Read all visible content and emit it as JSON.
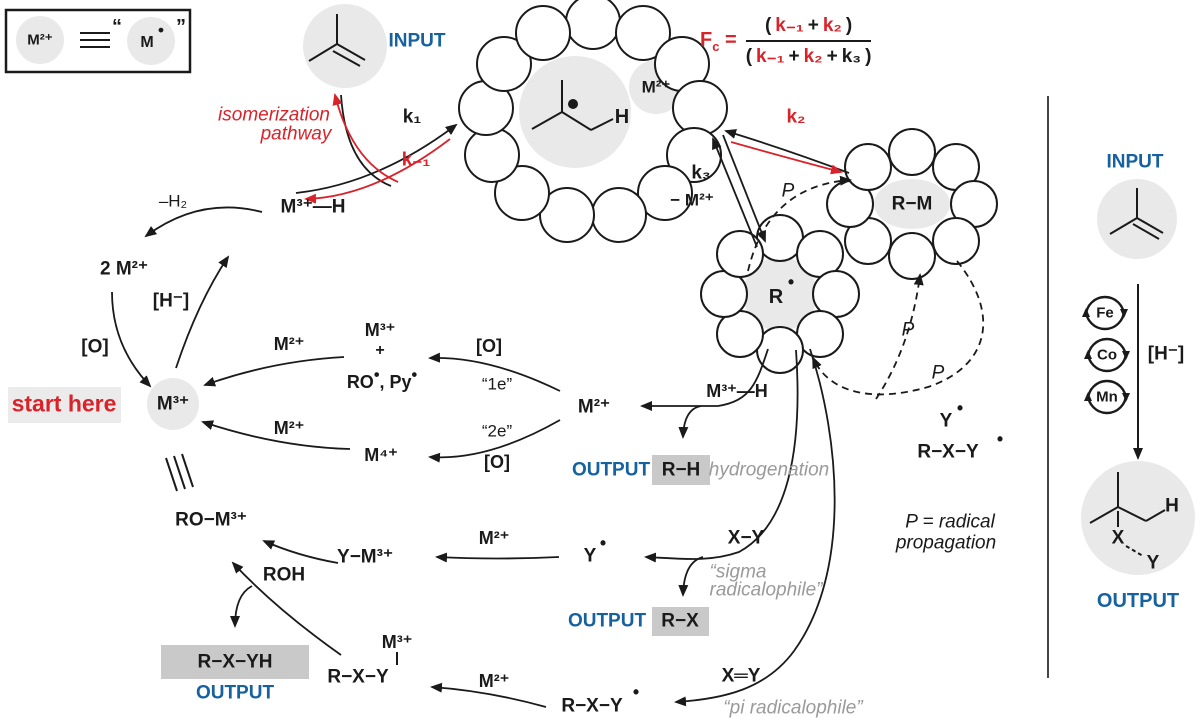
{
  "colors": {
    "red": "#d8232a",
    "blue": "#16619f",
    "gray_note": "#9a9a9a",
    "cage_fill": "#e9e9e9",
    "box_fill": "#c9c9c9"
  },
  "legend": {
    "m2": "M²⁺",
    "quote_open": "“",
    "m_base": "M",
    "m_dot": "•",
    "quote_close": "”"
  },
  "input_top": {
    "label": "INPUT",
    "iso_line1": "isomerization",
    "iso_line2": "pathway"
  },
  "rates": {
    "k1": "k₁",
    "k_minus1": "k₋₁",
    "k2": "k₂",
    "k3": "k₃",
    "minus_m2": "− M²⁺"
  },
  "fc_equation": {
    "f": "F",
    "sub": "c",
    "equals": "=",
    "num_open": "(",
    "num_k_minus1": "k₋₁",
    "num_plus": "+",
    "num_k2": "k₂",
    "num_close": ")",
    "den_open": "(",
    "den_k_minus1": "k₋₁",
    "den_plus1": "+",
    "den_k2": "k₂",
    "den_plus2": "+",
    "den_k3": "k₃",
    "den_close": ")"
  },
  "cages": {
    "main": {
      "m2": "M²⁺",
      "h": "H"
    },
    "r": {
      "base": "R",
      "dot": "•"
    },
    "rm": {
      "label": "R−M"
    }
  },
  "propagation": {
    "p1": "P",
    "p2": "P",
    "p3": "P",
    "note_line1": "P = radical",
    "note_line2": "propagation",
    "y_radical": {
      "base": "Y",
      "dot": "•"
    },
    "rxy_radical": {
      "base": "R−X−Y",
      "dot": "•"
    }
  },
  "cycle": {
    "minus_h2": "–H₂",
    "m3_h": "M³⁺—H",
    "two_m2": "2 M²⁺",
    "hydride": "[H⁻]",
    "oxidant": "[O]",
    "start_here": "start here",
    "m3": "M³⁺",
    "m2_upper": "M²⁺",
    "m2_lower": "M²⁺"
  },
  "redox": {
    "m3": "M³⁺",
    "plus": "+",
    "ro": "RO",
    "dot1": "•",
    "py": ", Py",
    "dot2": "•",
    "ox_1e": "[O]",
    "one_e": "“1e”",
    "m2": "M²⁺",
    "two_e": "“2e”",
    "ox_2e": "[O]",
    "m4": "M⁴⁺"
  },
  "hydrogenation": {
    "m3_h": "M³⁺—H",
    "output_label": "OUTPUT",
    "product": "R−H",
    "note": "hydrogenation"
  },
  "sigma_path": {
    "y_m3": "Y−M³⁺",
    "m2": "M²⁺",
    "y_radical": {
      "base": "Y",
      "dot": "•"
    },
    "xy": "X−Y",
    "note_line1": "“sigma",
    "note_line2": "radicalophile”",
    "output_label": "OUTPUT",
    "product": "R−X"
  },
  "pi_path": {
    "ro_m3": "RO−M³⁺",
    "roh": "ROH",
    "product": "R−X−YH",
    "output_label": "OUTPUT",
    "rxy": "R−X−Y",
    "m3": "M³⁺",
    "m2": "M²⁺",
    "rxy_radical": {
      "base": "R−X−Y",
      "dot": "•"
    },
    "xy_double": "X═Y",
    "note": "“pi radicalophile”"
  },
  "right_panel": {
    "input_label": "INPUT",
    "hydride": "[H⁻]",
    "metals": [
      "Fe",
      "Co",
      "Mn"
    ],
    "h": "H",
    "x": "X",
    "y": "Y",
    "output_label": "OUTPUT"
  }
}
